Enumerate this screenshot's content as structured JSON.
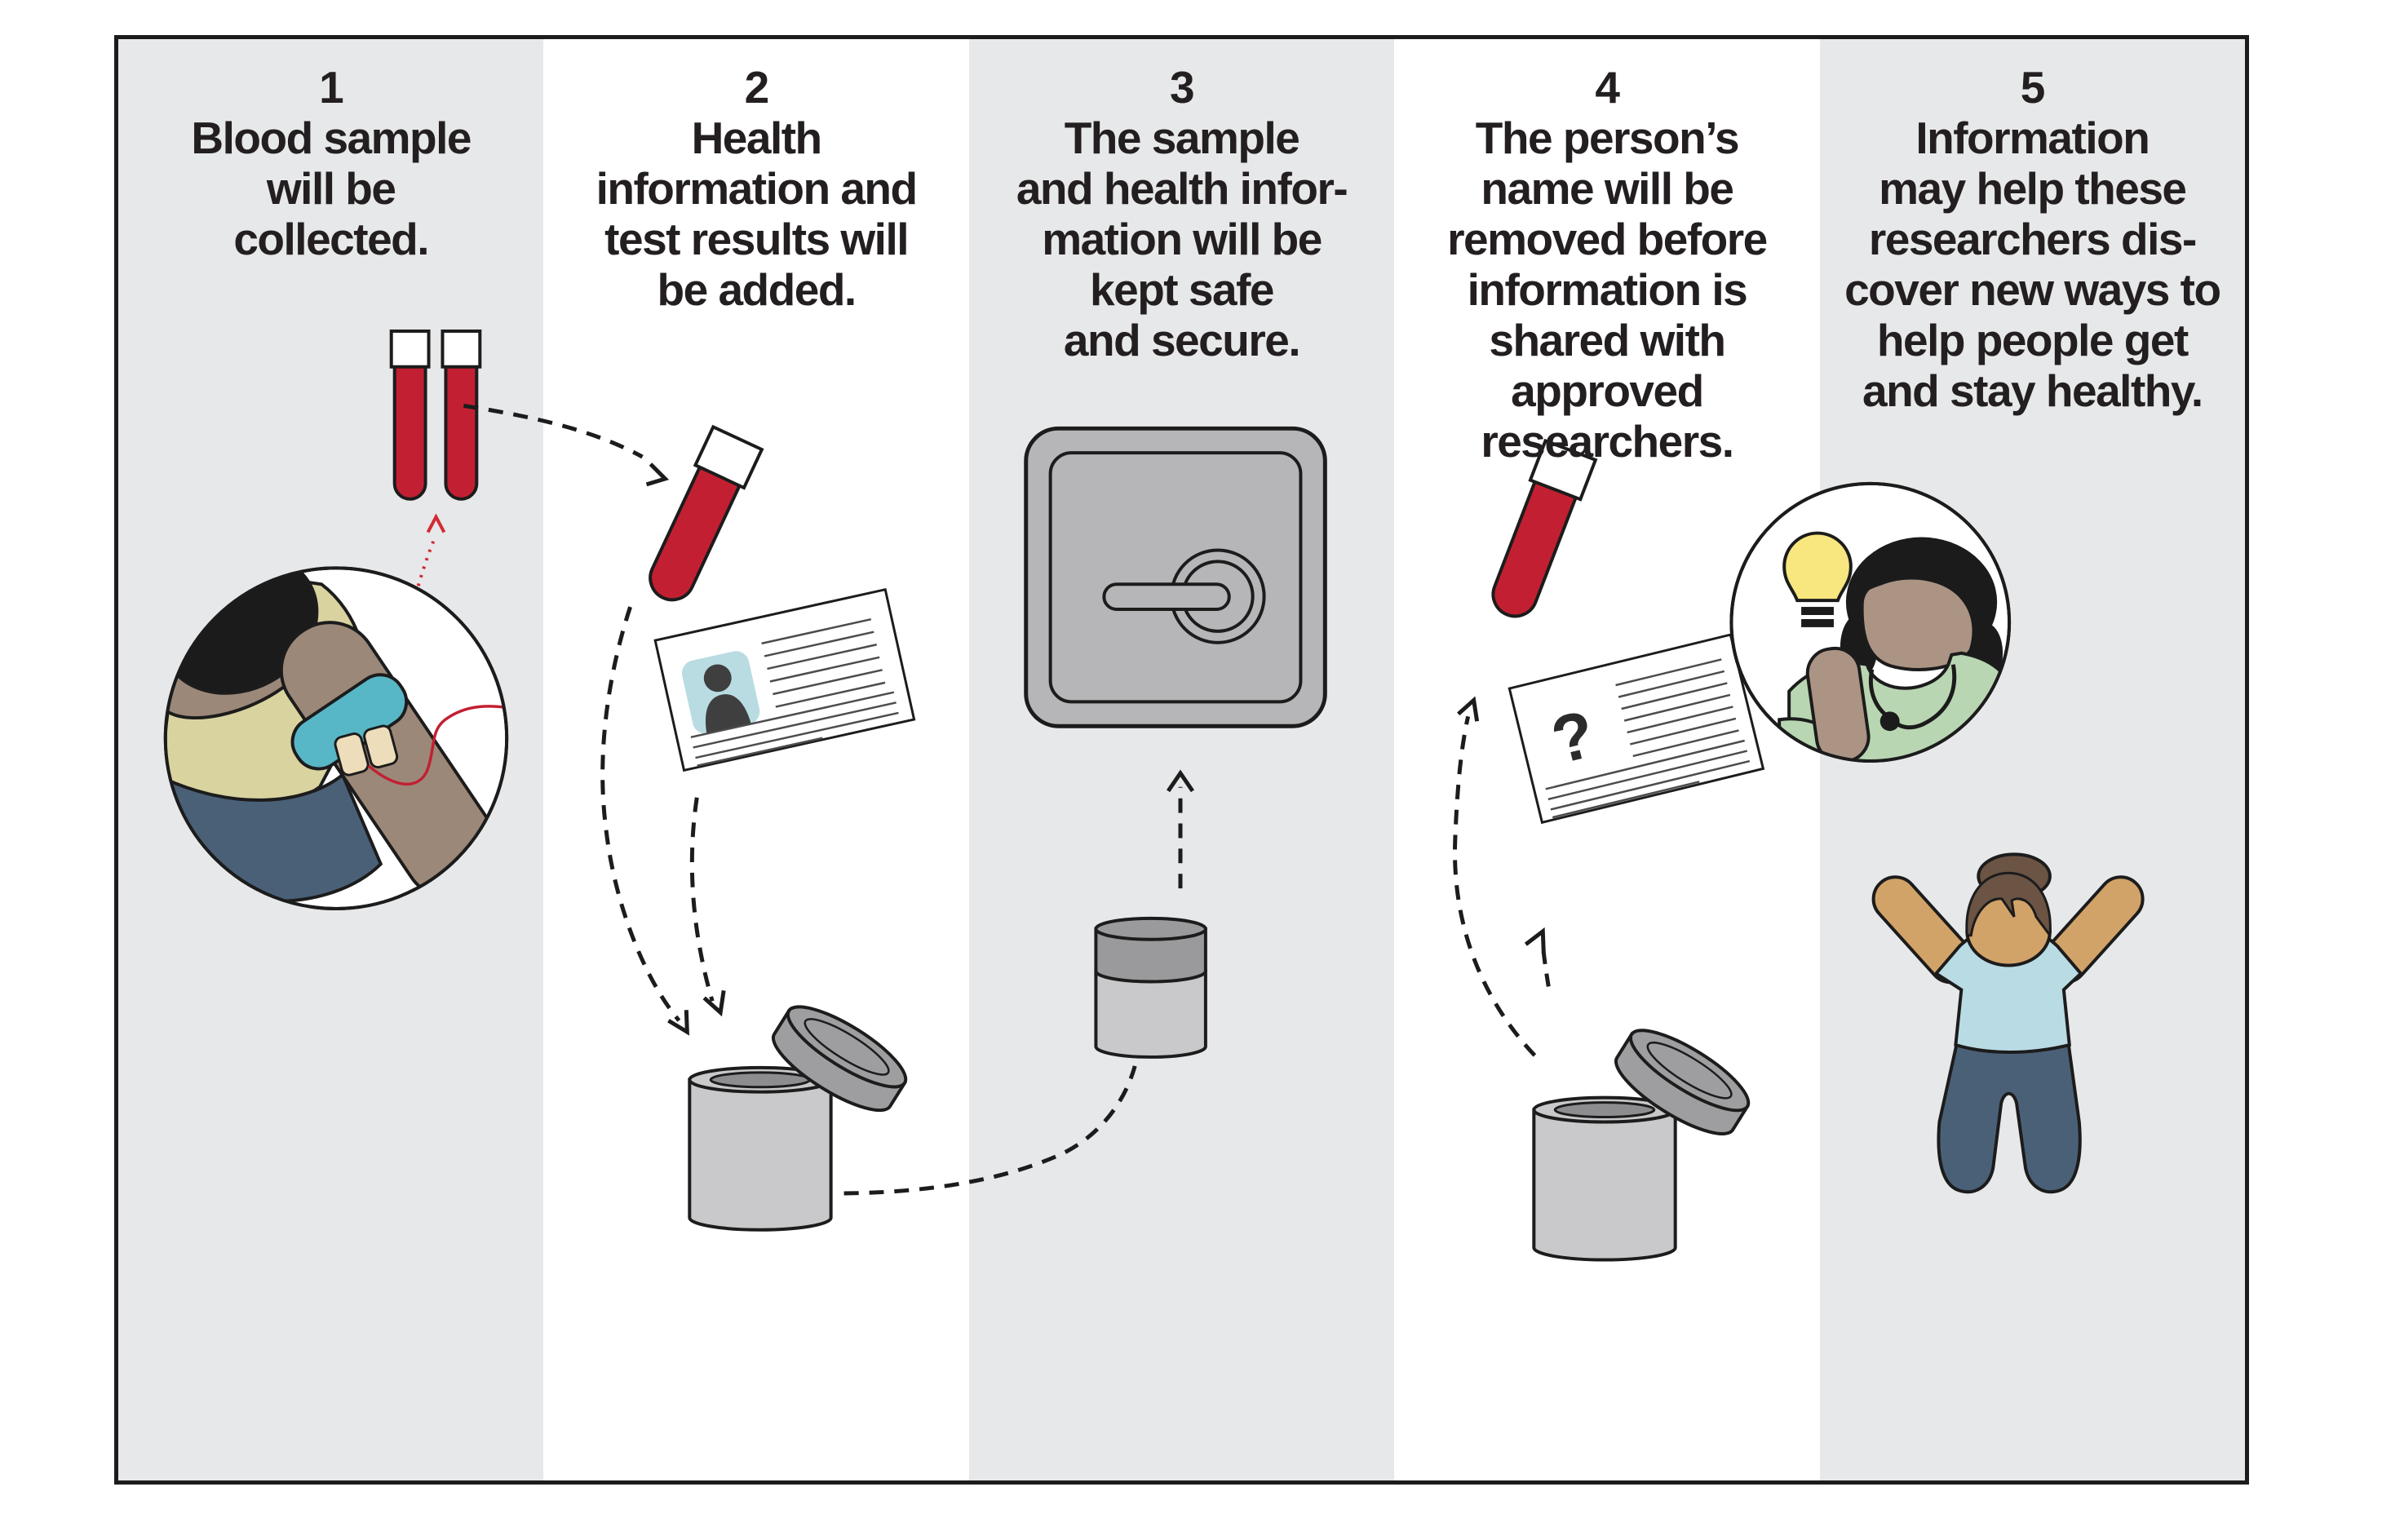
{
  "figure": {
    "title_implied": "",
    "columns": [
      {
        "number": "1",
        "lines": [
          "Blood sample",
          "will be",
          "collected."
        ]
      },
      {
        "number": "2",
        "lines": [
          "Health",
          "information and",
          "test results will",
          "be added."
        ]
      },
      {
        "number": "3",
        "lines": [
          "The sample",
          "and health infor-",
          "mation will be",
          "kept safe",
          "and secure."
        ]
      },
      {
        "number": "4",
        "lines": [
          "The person’s",
          "name will be",
          "removed before",
          "information is",
          "shared with",
          "approved",
          "researchers."
        ]
      },
      {
        "number": "5",
        "lines": [
          "Information",
          "may help these",
          "researchers dis-",
          "cover new ways to",
          "help people get",
          "and stay healthy."
        ]
      }
    ]
  },
  "illustrations": {
    "question_mark": "?"
  },
  "colors": {
    "column_gray": "#e7e8e9",
    "outline_black": "#1c1c1c",
    "blood_red": "#c22032",
    "arrow_red": "#d22b35",
    "safe_gray": "#b6b6b8",
    "container_gray": "#c9c9cb",
    "container_inner_gray": "#8d8d8f",
    "lid_gray": "#9e9ea0",
    "jar_lid_gray": "#9a9a9c",
    "patient_skin_brown": "#9c8878",
    "researcher_skin": "#ab9484",
    "happy_person_skin": "#d2a368",
    "shirt_khaki": "#d9d3a0",
    "pants_blue": "#4a6077",
    "tourniquet_teal": "#58b7c7",
    "bandage_tan": "#eeddbb",
    "id_photo_blue": "#b9dce3",
    "silhouette_gray": "#3f3f3f",
    "scrubs_green": "#b8d6b2",
    "bulb_yellow": "#f8e67f",
    "tshirt_light_blue": "#b9dbe4",
    "hair_brown": "#6b5444",
    "hair_black": "#1b1b1b"
  }
}
